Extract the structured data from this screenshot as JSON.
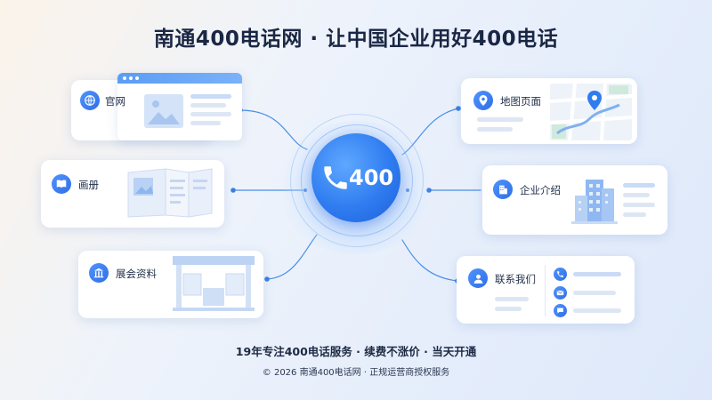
{
  "title": "南通400电话网 · 让中国企业用好400电话",
  "hub": {
    "number": "400"
  },
  "left_cards": [
    {
      "label": "官网",
      "icon": "globe-icon"
    },
    {
      "label": "画册",
      "icon": "book-icon"
    },
    {
      "label": "展会资料",
      "icon": "booth-icon"
    }
  ],
  "right_cards": [
    {
      "label": "地图页面",
      "icon": "map-pin-icon"
    },
    {
      "label": "企业介绍",
      "icon": "building-icon"
    },
    {
      "label": "联系我们",
      "icon": "user-icon"
    }
  ],
  "footer": {
    "tagline": "19年专注400电话服务 · 续费不涨价 · 当天开通",
    "copyright": "© 2026 南通400电话网 · 正规运营商授权服务"
  },
  "colors": {
    "accent": "#2f7cf0",
    "accent_light": "#5ea8ff",
    "text": "#1c2a44"
  }
}
